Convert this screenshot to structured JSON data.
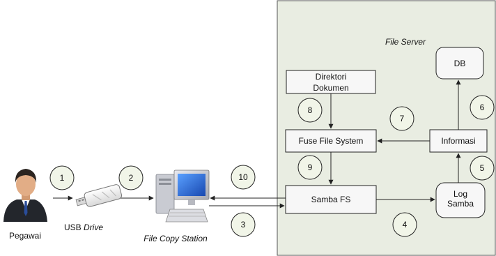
{
  "server_title": "File Server",
  "boxes": {
    "directory": [
      "Direktori",
      "Dokumen"
    ],
    "fuse": "Fuse File System",
    "samba": "Samba FS",
    "info": "Informasi",
    "db": "DB",
    "log": [
      "Log",
      "Samba"
    ]
  },
  "steps": [
    "1",
    "2",
    "3",
    "4",
    "5",
    "6",
    "7",
    "8",
    "9",
    "10"
  ],
  "actors": {
    "employee_label": "Pegawai",
    "usb_prefix": "USB ",
    "usb_italic": "Drive",
    "station_label": "File Copy Station"
  },
  "icons": {
    "employee": "person-icon",
    "usb": "usb-drive-icon",
    "station": "computer-icon"
  },
  "colors": {
    "server_bg": "#e9ede2",
    "circle_fill": "#f1f5e8",
    "stroke": "#222222"
  }
}
